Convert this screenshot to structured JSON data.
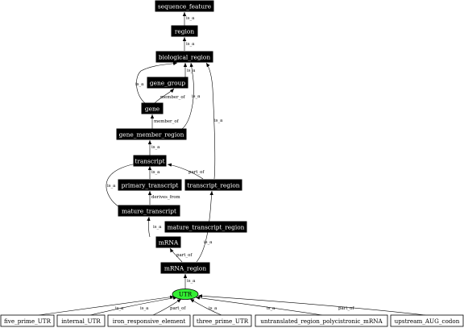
{
  "graph": {
    "nodes": {
      "sequence_feature": "sequence_feature",
      "region": "region",
      "biological_region": "biological_region",
      "gene_group": "gene_group",
      "gene": "gene",
      "gene_member_region": "gene_member_region",
      "transcript": "transcript",
      "primary_transcript": "primary_transcript",
      "transcript_region": "transcript_region",
      "mature_transcript": "mature_transcript",
      "mature_transcript_region": "mature_transcript_region",
      "mRNA": "mRNA",
      "mRNA_region": "mRNA_region",
      "UTR": "UTR",
      "five_prime_UTR": "five_prime_UTR",
      "internal_UTR": "internal_UTR",
      "iron_responsive_element": "iron_responsive_element",
      "three_prime_UTR": "three_prime_UTR",
      "untranslated_region_polycistronic_mRNA": "untranslated_region_polycistronic_mRNA",
      "upstream_AUG_codon": "upstream_AUG_codon"
    },
    "edge_labels": {
      "region_sequence_feature": "is_a",
      "biological_region_region": "is_a",
      "gene_group_biological_region": "is_a",
      "gene_biological_region": "is_a",
      "gene_gene_group": "member_of",
      "gene_member_region_biological_region": "is_a",
      "gene_member_region_gene": "member_of",
      "transcript_gene_member_region": "is_a",
      "primary_transcript_transcript": "is_a",
      "transcript_region_transcript": "part_of",
      "transcript_region_biological_region": "is_a",
      "mature_transcript_transcript": "is_a",
      "mature_transcript_primary_transcript": "derives_from",
      "mRNA_mature_transcript": "is_a",
      "mRNA_region_mRNA": "part_of",
      "mRNA_region_transcript_region": "is_a",
      "UTR_mRNA_region": "is_a",
      "five_prime_UTR_UTR": "is_a",
      "internal_UTR_UTR": "is_a",
      "iron_responsive_element_UTR": "part_of",
      "three_prime_UTR_UTR": "is_a",
      "untranslated_region_polycistronic_mRNA_UTR": "is_a",
      "upstream_AUG_codon_UTR": "part_of"
    }
  }
}
